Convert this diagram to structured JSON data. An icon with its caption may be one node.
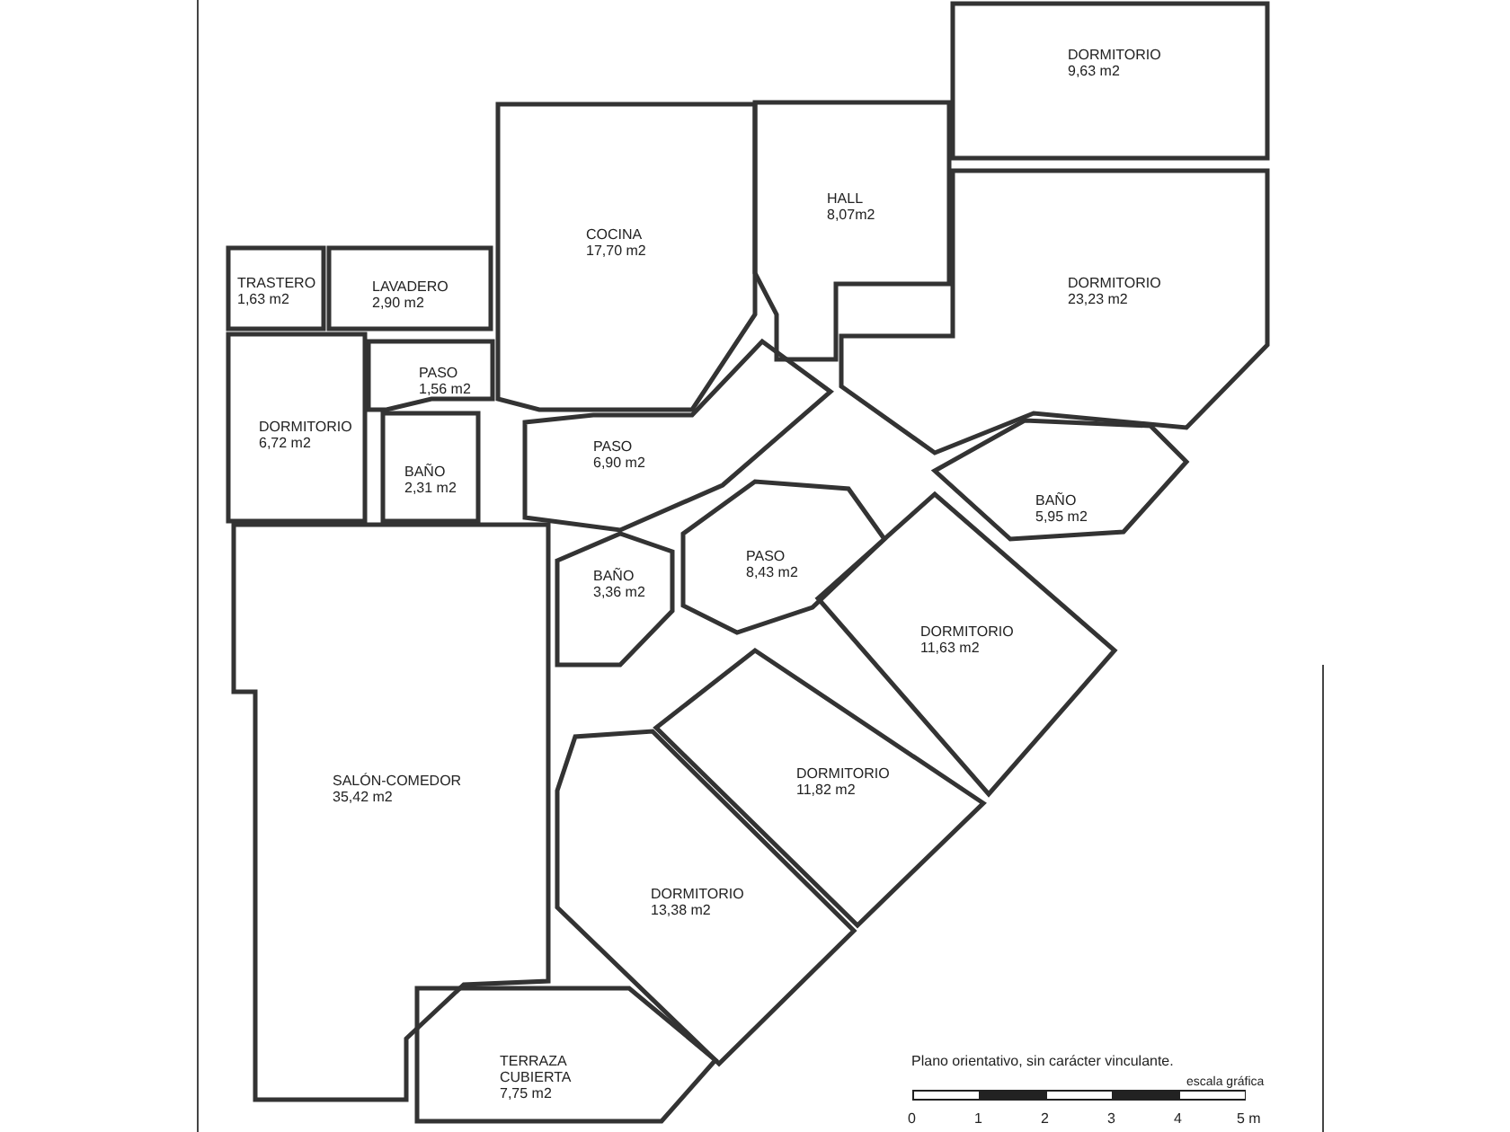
{
  "diagram": {
    "nodes": [
      {
        "text": [
          "DORMITORIO",
          "9,63 m2"
        ]
      },
      {
        "text": [
          "HALL",
          "8,07m2"
        ]
      },
      {
        "text": [
          "COCINA",
          "17,70 m2"
        ]
      },
      {
        "text": [
          "TRASTERO",
          "1,63 m2"
        ]
      },
      {
        "text": [
          "LAVADERO",
          "2,90 m2"
        ]
      },
      {
        "text": [
          "DORMITORIO",
          "23,23 m2"
        ]
      },
      {
        "text": [
          "PASO",
          "1,56 m2"
        ]
      },
      {
        "text": [
          "DORMITORIO",
          "6,72 m2"
        ]
      },
      {
        "text": [
          "BAÑO",
          "2,31 m2"
        ]
      },
      {
        "text": [
          "PASO",
          "6,90 m2"
        ]
      },
      {
        "text": [
          "BAÑO",
          "5,95 m2"
        ]
      },
      {
        "text": [
          "BAÑO",
          "3,36 m2"
        ]
      },
      {
        "text": [
          "PASO",
          "8,43 m2"
        ]
      },
      {
        "text": [
          "DORMITORIO",
          "11,63 m2"
        ]
      },
      {
        "text": [
          "SALÓN-COMEDOR",
          "35,42 m2"
        ]
      },
      {
        "text": [
          "DORMITORIO",
          "11,82 m2"
        ]
      },
      {
        "text": [
          "DORMITORIO",
          "13,38 m2"
        ]
      },
      {
        "text": [
          "TERRAZA CUBIERTA",
          "7,75 m2"
        ]
      }
    ],
    "labels": [
      "Plano orientativo, sin carácter vinculante.",
      "0",
      "1",
      "2",
      "3",
      "4",
      "5 m",
      "escala gráfica"
    ]
  }
}
